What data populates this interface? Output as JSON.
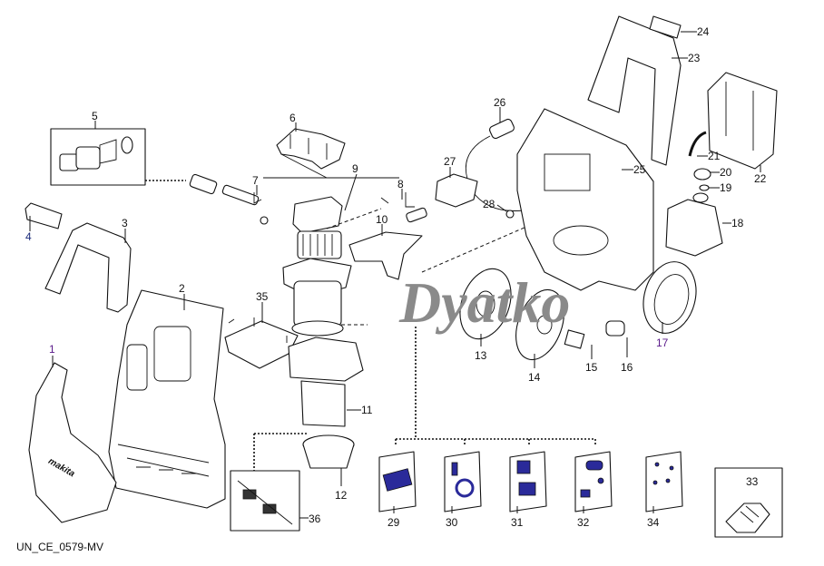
{
  "diagram": {
    "caption": "UN_CE_0579-MV",
    "watermark": "Dyatko",
    "colors": {
      "bag_contents": "#2a2a9a",
      "label_purple": "#5a1a8a",
      "label_blue": "#1a2a7a"
    },
    "labels": {
      "p1": "1",
      "p2": "2",
      "p3": "3",
      "p4": "4",
      "p5": "5",
      "p6": "6",
      "p7": "7",
      "p8": "8",
      "p9": "9",
      "p10": "10",
      "p11": "11",
      "p12": "12",
      "p13": "13",
      "p14": "14",
      "p15": "15",
      "p16": "16",
      "p17": "17",
      "p18": "18",
      "p19": "19",
      "p20": "20",
      "p21": "21",
      "p22": "22",
      "p23": "23",
      "p24": "24",
      "p25": "25",
      "p26": "26",
      "p27": "27",
      "p28": "28",
      "p29": "29",
      "p30": "30",
      "p31": "31",
      "p32": "32",
      "p33": "33",
      "p34": "34",
      "p35": "35",
      "p36": "36"
    },
    "logo_text": "makita"
  }
}
